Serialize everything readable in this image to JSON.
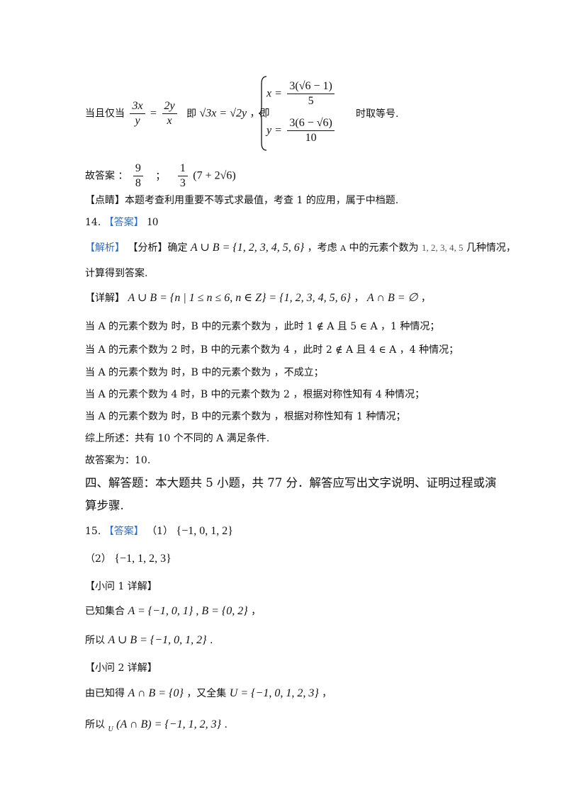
{
  "block13": {
    "cond_pre": "当且仅当",
    "f1_num": "3x",
    "f1_den": "y",
    "eq": "=",
    "f2_num": "2y",
    "f2_den": "x",
    "ji1": "即",
    "rel": "√3x = √2y",
    "ji2": "，即",
    "x_label": "x =",
    "x_num": "3(√6 − 1)",
    "x_den": "5",
    "y_label": "y =",
    "y_num": "3(6 − √6)",
    "y_den": "10",
    "cond_post": "时取等号.",
    "answer_prefix": "故答案    ：",
    "ans1_num": "9",
    "ans1_den": "8",
    "ans_sep": "；",
    "ans2_num": "1",
    "ans2_den": "3",
    "ans2_rest": "(7 + 2√6)",
    "comment": "【点睛】本题考查利用重要不等式求最值，考查 1 的应用，属于中档题."
  },
  "q14": {
    "num": "14.",
    "answer_tag": "【答案】",
    "answer_val": "10",
    "analysis_tag": "【解析】",
    "analysis_rest": "【分析】确定",
    "union_expr": "A ∪ B = {1, 2, 3, 4, 5, 6}",
    "consider": "，考虑",
    "A": "A",
    "consider2": "中的元素个数为",
    "counts": "1, 2, 3, 4, 5",
    "consider3": "几种情况，",
    "calc": "计算得到答案.",
    "detail_tag": "【详解】",
    "detail_expr": "A ∪ B = {n | 1 ≤ n ≤ 6, n ∈ Z} = {1, 2, 3, 4, 5, 6}",
    "detail_sep": "，",
    "detail_expr2": "A ∩ B = ∅",
    "detail_end": "，",
    "case1": "当 A 的元素个数为   时，B 中的元素个数为   ，此时 1 ∉ A 且 5 ∈ A ，1 种情况；",
    "case2": "当 A 的元素个数为 2 时，B 中的元素个数为 4 ，此时 2 ∉ A 且 4 ∈ A ，4 种情况；",
    "case3": "当 A 的元素个数为   时，B 中的元素个数为   ，不成立；",
    "case4": "当 A 的元素个数为 4 时，B 中的元素个数为 2 ，根据对称性知有 4 种情况；",
    "case5": "当 A 的元素个数为   时，B 中的元素个数为   ，根据对称性知有 1 种情况；",
    "summary": "综上所述：共有 10 个不同的 A 满足条件.",
    "final": "故答案为：10."
  },
  "section4": {
    "line1": "四、解答题：本大题共 5 小题，共 77 分．解答应写出文字说明、证明过程或演",
    "line2": "算步骤."
  },
  "q15": {
    "num": "15.",
    "answer_tag": "【答案】",
    "p1_label": "（1）",
    "p1_val": "{−1, 0, 1, 2}",
    "p2_label": "（2）",
    "p2_val": "{−1, 1, 2, 3}",
    "sub1_title": "【小问 1 详解】",
    "sub1_line1_pre": "已知集合",
    "sub1_line1_expr": "A = {−1, 0, 1} , B = {0, 2}",
    "sub1_line1_end": "，",
    "sub1_line2_pre": "所以",
    "sub1_line2_expr": "A ∪ B = {−1, 0, 1, 2}",
    "sub1_line2_end": ".",
    "sub2_title": "【小问 2 详解】",
    "sub2_line1_pre": "由已知得",
    "sub2_line1_expr": "A ∩ B = {0}",
    "sub2_line1_mid": "，又全集",
    "sub2_line1_expr2": "U = {−1, 0, 1, 2, 3}",
    "sub2_line1_end": "，",
    "sub2_line2_pre": "所以",
    "sub2_line2_sub": "U",
    "sub2_line2_expr": "(A ∩ B) = {−1, 1, 2, 3}",
    "sub2_line2_end": "."
  }
}
